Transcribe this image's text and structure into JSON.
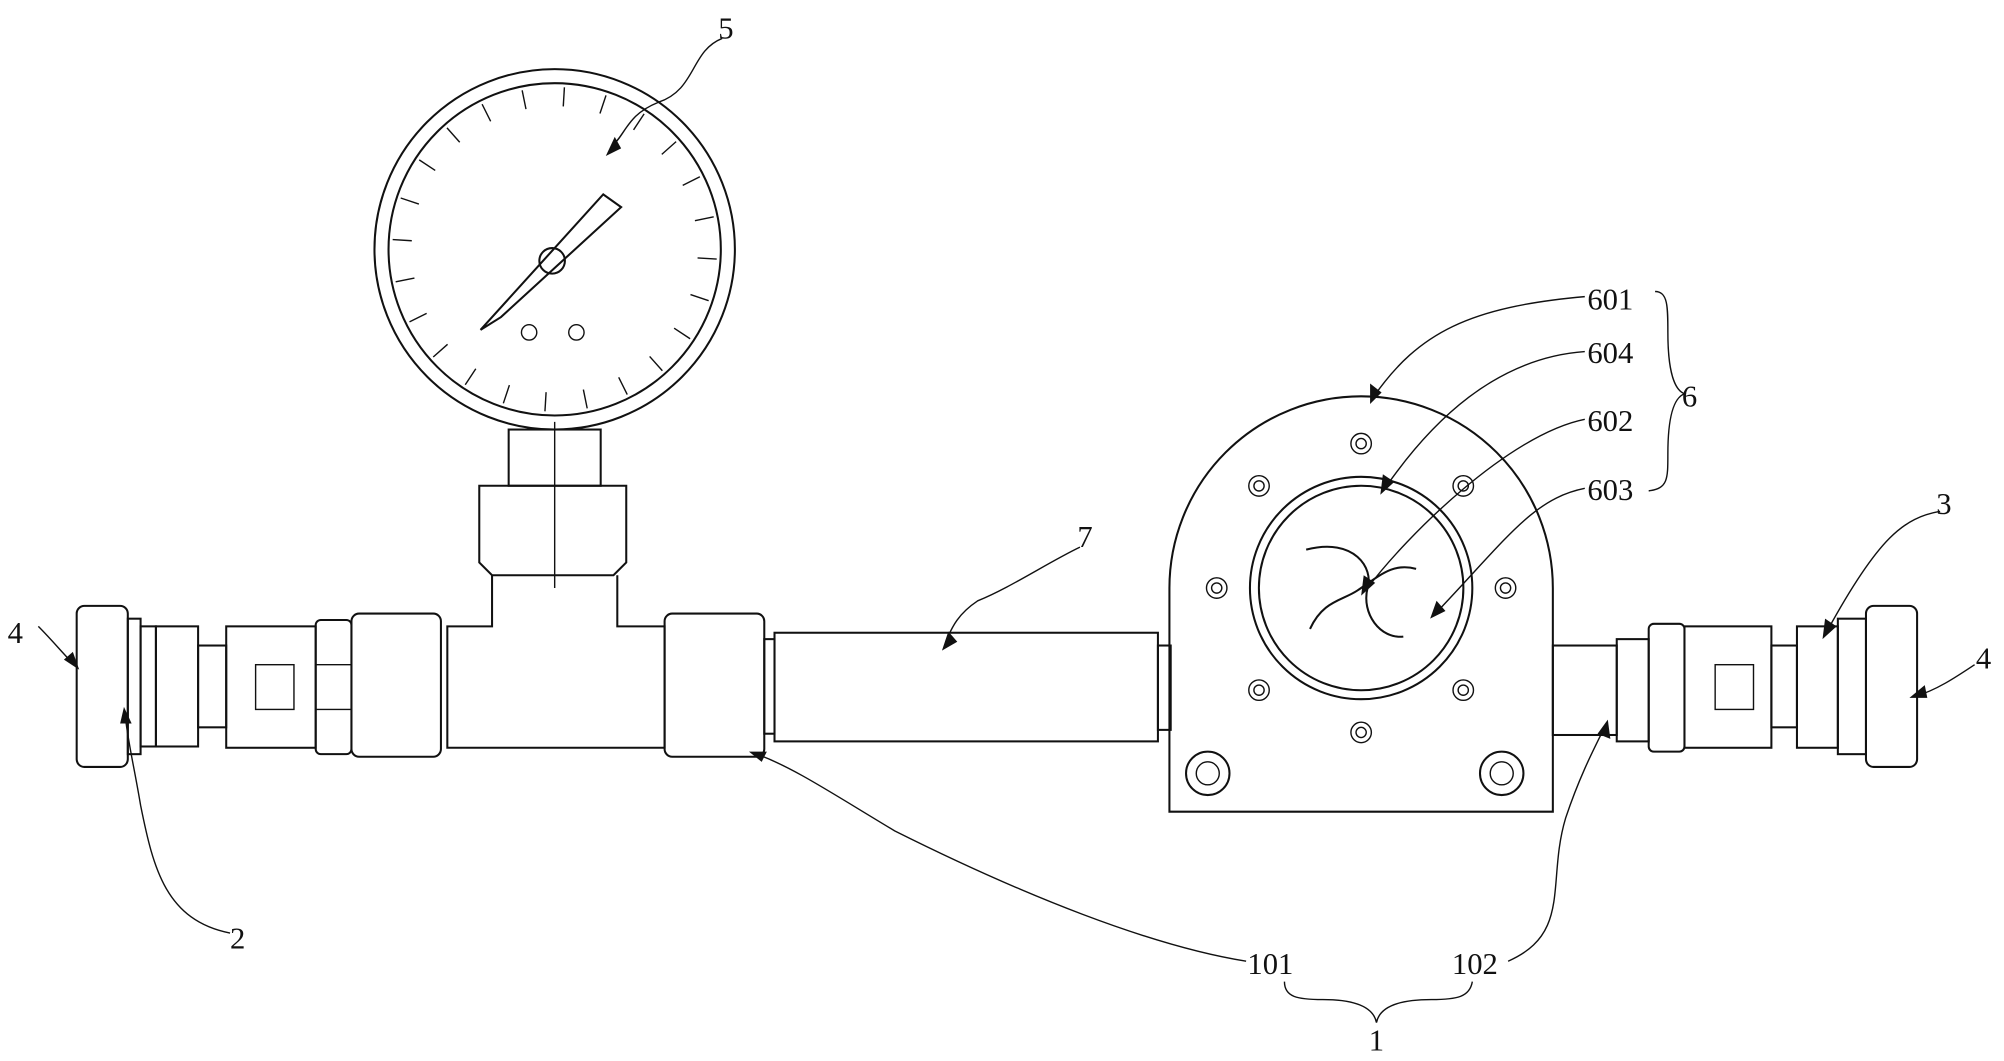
{
  "labels": {
    "gauge": "5",
    "body_cover": "601",
    "window": "604",
    "impeller": "602",
    "chamber": "603",
    "flow_indicator": "6",
    "pipe": "7",
    "right_coupling": "3",
    "left_cap": "4",
    "right_cap": "4",
    "left_coupling": "2",
    "inlet_section": "101",
    "outlet_section": "102",
    "pipe_assembly": "1"
  }
}
